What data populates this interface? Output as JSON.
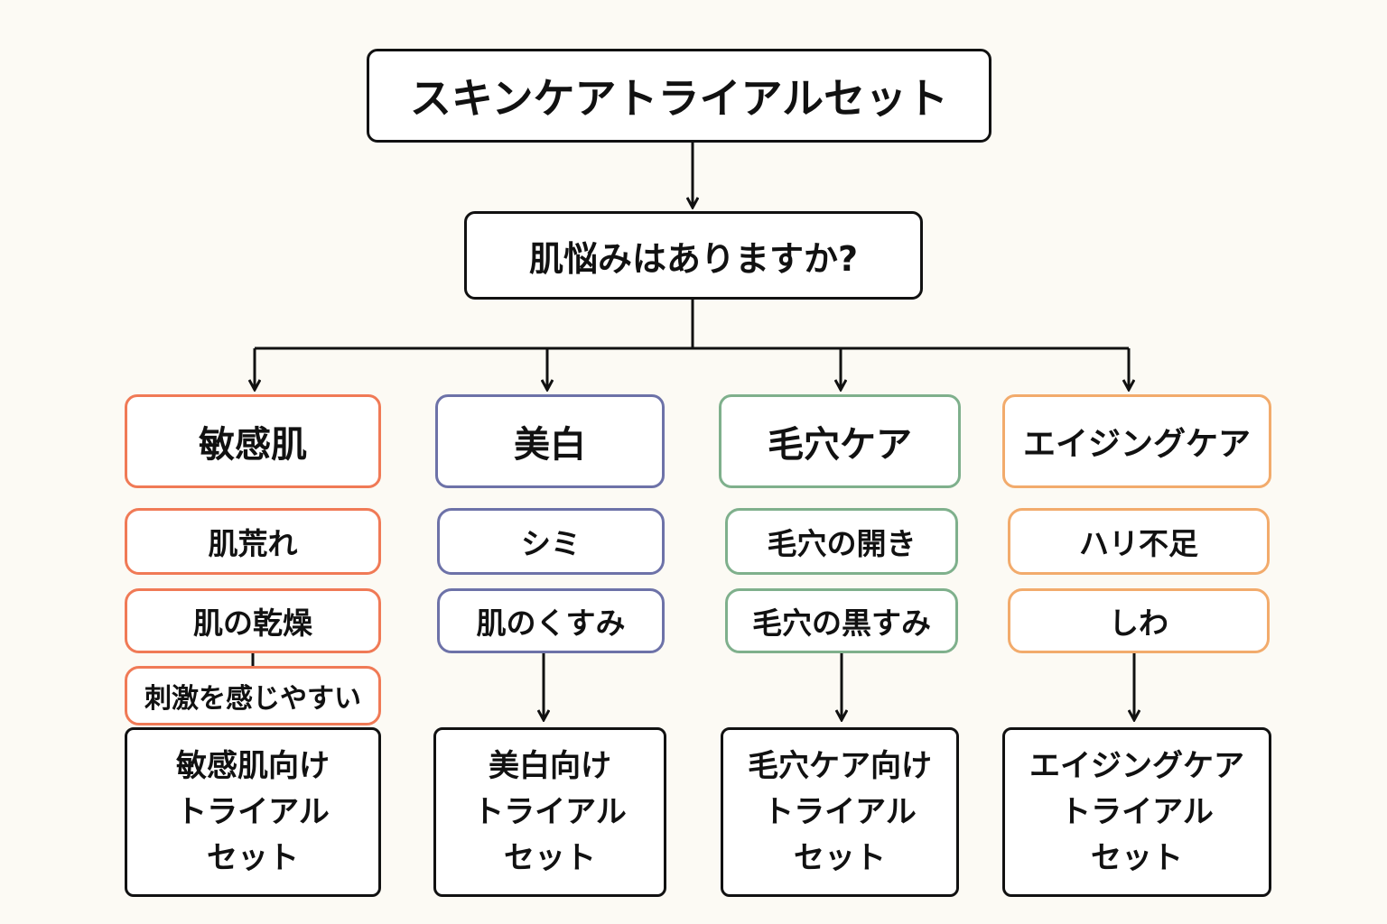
{
  "title": "スキンケアトライアルセット",
  "question": "肌悩みはありますか?",
  "colors": {
    "sensitive": "#f07a56",
    "whitening": "#6d72a8",
    "pores": "#7fb08c",
    "aging": "#f2ab6c",
    "line": "#111111"
  },
  "categories": [
    {
      "label": "敏感肌",
      "items": [
        "肌荒れ",
        "肌の乾燥",
        "刺激を感じやすい"
      ],
      "result": "敏感肌向け\nトライアル\nセット"
    },
    {
      "label": "美白",
      "items": [
        "シミ",
        "肌のくすみ"
      ],
      "result": "美白向け\nトライアル\nセット"
    },
    {
      "label": "毛穴ケア",
      "items": [
        "毛穴の開き",
        "毛穴の黒すみ"
      ],
      "result": "毛穴ケア向け\nトライアル\nセット"
    },
    {
      "label": "エイジングケア",
      "items": [
        "ハリ不足",
        "しわ"
      ],
      "result": "エイジングケア\nトライアル\nセット"
    }
  ]
}
